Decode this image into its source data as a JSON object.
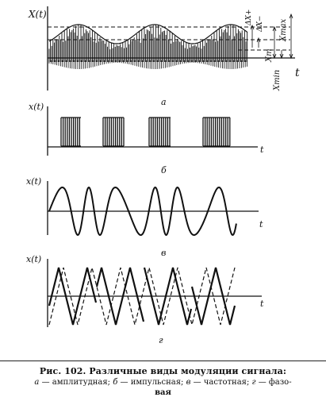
{
  "panels": {
    "a": {
      "ylabel": "X(t)",
      "xlabel": "t",
      "sublabel": "a",
      "annotations": [
        "ΔX+",
        "ΔX−",
        "Xmax",
        "Xm",
        "Xmin"
      ]
    },
    "b": {
      "ylabel": "x(t)",
      "xlabel": "t",
      "sublabel": "б"
    },
    "c": {
      "ylabel": "x(t)",
      "xlabel": "t",
      "sublabel": "в"
    },
    "d": {
      "ylabel": "x(t)",
      "xlabel": "t",
      "sublabel": "г"
    }
  },
  "caption": {
    "title": "Рис. 102. Различные виды модуляции сигнала:",
    "line1_a_key": "а",
    "line1_a_text": " — амплитудная; ",
    "line1_b_key": "б",
    "line1_b_text": " — импульсная; ",
    "line1_c_key": "в",
    "line1_c_text": " — частотная; ",
    "line1_d_key": "г",
    "line1_d_text": " — фазо-",
    "line2": "вая"
  }
}
